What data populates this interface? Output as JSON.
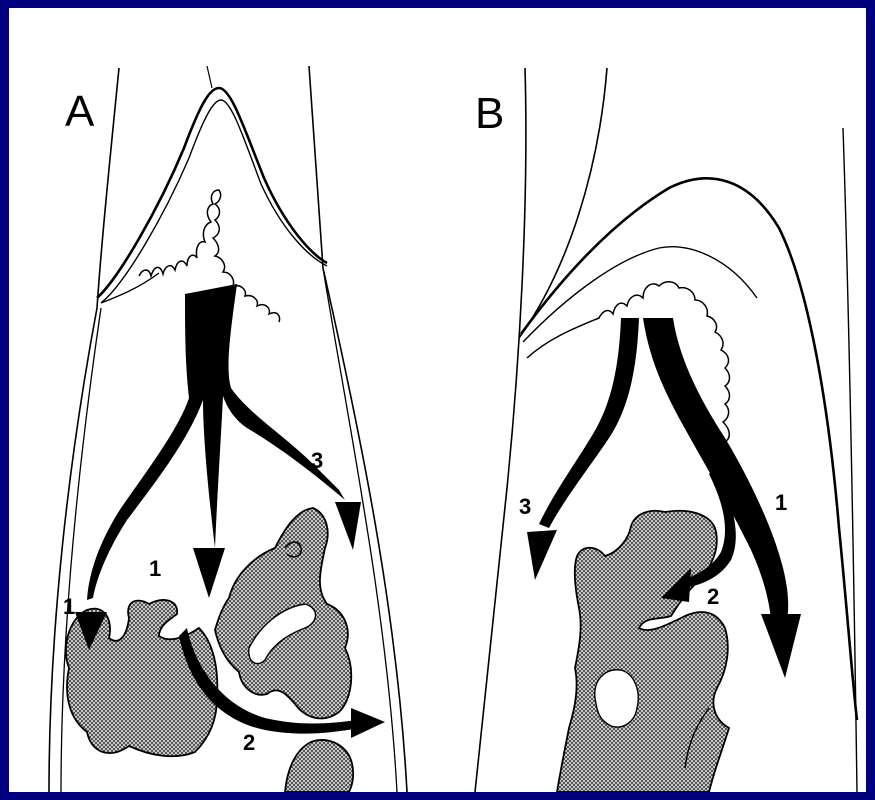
{
  "panels": [
    {
      "id": "A",
      "label": "A",
      "arrows": [
        "1",
        "1",
        "2",
        "3"
      ]
    },
    {
      "id": "B",
      "label": "B",
      "arrows": [
        "3",
        "1",
        "2"
      ]
    }
  ],
  "colors": {
    "frame": "#000080",
    "background": "#ffffff",
    "ink": "#000000",
    "stipple": "#8a8a8a"
  }
}
